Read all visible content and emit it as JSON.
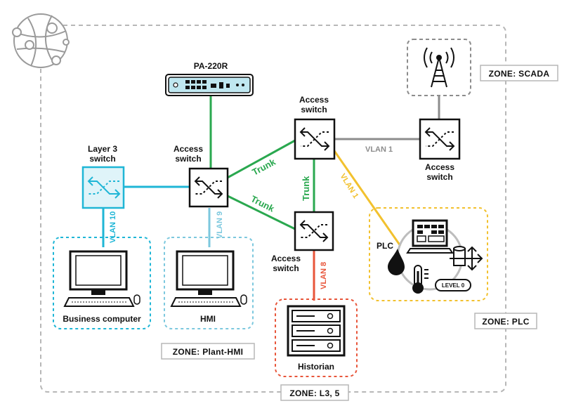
{
  "colors": {
    "trunk_green": "#2aa84f",
    "vlan10_cyan": "#1fb6d6",
    "vlan9_lightblue": "#7cc8de",
    "vlan8_red": "#e8553a",
    "vlan1_grey": "#8c8c8c",
    "vlan1_yellow": "#f2c12e",
    "zone_border": "#b7b7b7",
    "ink": "#111111"
  },
  "firewall": {
    "label": "PA-220R"
  },
  "switches": {
    "layer3": {
      "label_line1": "Layer 3",
      "label_line2": "switch"
    },
    "access_center": {
      "label_line1": "Access",
      "label_line2": "switch"
    },
    "access_top": {
      "label_line1": "Access",
      "label_line2": "switch"
    },
    "access_bottom": {
      "label_line1": "Access",
      "label_line2": "switch"
    },
    "access_right": {
      "label_line1": "Access",
      "label_line2": "switch"
    }
  },
  "links": {
    "vlan10": "VLAN 10",
    "vlan9": "VLAN 9",
    "vlan8": "VLAN 8",
    "vlan1_grey": "VLAN 1",
    "vlan1_yellow": "VLAN 1",
    "trunk_upper": "Trunk",
    "trunk_lower": "Trunk",
    "trunk_vertical": "Trunk"
  },
  "devices": {
    "business_computer": "Business computer",
    "hmi": "HMI",
    "historian": "Historian",
    "plc": "PLC",
    "level": "LEVEL 0"
  },
  "zones": {
    "scada": "ZONE: SCADA",
    "plc": "ZONE: PLC",
    "plant_hmi": "ZONE: Plant-HMI",
    "l35": "ZONE: L3, 5"
  },
  "icons": [
    "network-globe-icon",
    "firewall-appliance-icon",
    "switch-icon",
    "radio-tower-icon",
    "computer-icon",
    "server-rack-icon",
    "plc-controller-icon",
    "thermometer-icon",
    "drop-icon"
  ]
}
